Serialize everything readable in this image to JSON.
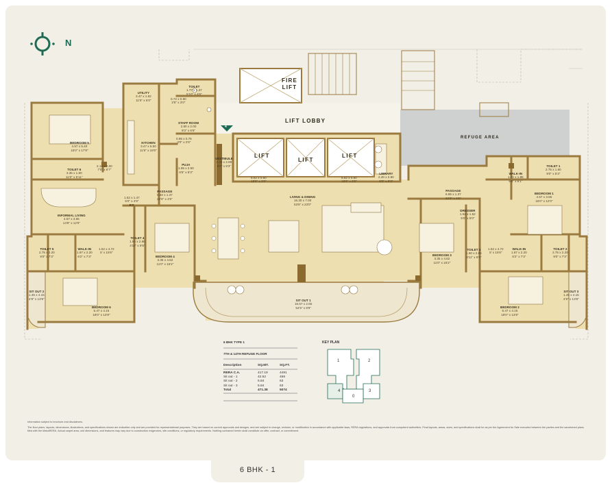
{
  "compass": {
    "label": "N"
  },
  "tab": {
    "label": "6 BHK - 1"
  },
  "labels": {
    "fire_lift": [
      "FIRE",
      "LIFT"
    ],
    "lift_lobby": "LIFT LOBBY",
    "refuge_area": "REFUGE AREA",
    "lift": "LIFT",
    "marker": "4"
  },
  "rooms": {
    "utility": {
      "name": "UTILITY",
      "m": "3.47 x 1.82",
      "f": "11'6\" x 6'0\""
    },
    "toilet_staff": {
      "name": "TOILET",
      "m": "1.77 x 1.37",
      "f": "5'10\" x 4'6\""
    },
    "wc": {
      "name": "",
      "m": "0.72 x 0.90",
      "f": "2'5\" x 3'0\""
    },
    "staff_room": {
      "name": "STAFF ROOM",
      "m": "2.80 x 2.00",
      "f": "9'3\" x 6'6\""
    },
    "kitchen": {
      "name": "KITCHEN",
      "m": "3.47 x 5.50",
      "f": "11'6\" x 18'0\""
    },
    "store": {
      "name": "",
      "m": "0.95 x 0.75",
      "f": "3'0\" x 2'6\""
    },
    "puja": {
      "name": "PUJA",
      "m": "1.95 x 2.50",
      "f": "6'5\" x 8'3\""
    },
    "vestibule": {
      "name": "VESTIBULE",
      "m": "2.40 x 2.80",
      "f": "8'0\" x 9'3\""
    },
    "bedroom5": {
      "name": "BEDROOM 5",
      "m": "4.57 x 5.40",
      "f": "15'0\" x 17'9\""
    },
    "toilet6": {
      "name": "TOILET 6",
      "m": "3.35 x 1.80",
      "f": "11'0\" x 5'11\""
    },
    "dress6": {
      "name": "",
      "m": "2.13 x 2.00",
      "f": "7'0\" x 6'7\""
    },
    "passage_l": {
      "name": "PASSAGE",
      "m": "6.92 x 1.37",
      "f": "22'9\" x 4'6\""
    },
    "informal_living": {
      "name": "INFORMAL LIVING",
      "m": "4.57 x 3.65",
      "f": "14'9\" x 12'0\""
    },
    "pt": {
      "name": "P.T.",
      "m": "1.52 x 1.47",
      "f": "5'0\" x 4'9\""
    },
    "toilet4": {
      "name": "TOILET 4",
      "m": "1.50 x 2.86",
      "f": "4'11\" x 9'5\""
    },
    "bedroom4": {
      "name": "BEDROOM 4",
      "m": "3.35 x 4.62",
      "f": "11'0\" x 15'2\""
    },
    "toilet5": {
      "name": "TOILET 5",
      "m": "2.75 x 2.20",
      "f": "9'0\" x 7'3\""
    },
    "walkin5": {
      "name": "WALK-IN",
      "m": "1.87 x 2.20",
      "f": "6'2\" x 7'3\""
    },
    "dress5": {
      "name": "",
      "m": "1.52 x 4.72",
      "f": "5' x 15'6\""
    },
    "bedroom6": {
      "name": "BEDROOM 6",
      "m": "5.47 x 4.15",
      "f": "18'0\" x 13'8\""
    },
    "sitout2": {
      "name": "SIT OUT 2",
      "m": "1.45 x 4.15",
      "f": "4'9\" x 13'8\""
    },
    "lobby1": {
      "name": "",
      "m": "5.62 x 0.60",
      "f": "18'6\" x 2'0\""
    },
    "lobby2": {
      "name": "",
      "m": "5.62 x 0.60",
      "f": "18'6\" x 2'0\""
    },
    "library": {
      "name": "LIBRARY",
      "m": "2.40 x 2.80",
      "f": "8'0\" x 9'3\""
    },
    "living": {
      "name": "LIVING & DINING",
      "m": "16.30 x 7.00",
      "f": "53'6\" x 23'0\""
    },
    "passage_r": {
      "name": "PASSAGE",
      "m": "6.85 x 1.37",
      "f": "22'6\" x 4'6\""
    },
    "dresser": {
      "name": "DRESSER",
      "m": "1.52 x 1.52",
      "f": "5'0\" x 5'0\""
    },
    "bedroom3": {
      "name": "BEDROOM 3",
      "m": "3.35 x 4.62",
      "f": "11'0\" x 15'2\""
    },
    "toilet3": {
      "name": "TOILET 3",
      "m": "1.50 x 2.65",
      "f": "4'11\" x 8'8\""
    },
    "walkin1": {
      "name": "WALK-IN",
      "m": "1.72 x 1.85",
      "f": "5'8\" x 6'1\""
    },
    "toilet1": {
      "name": "TOILET 1",
      "m": "2.75 x 1.60",
      "f": "9'0\" x 5'3\""
    },
    "bedroom1": {
      "name": "BEDROOM 1",
      "m": "4.57 x 3.65",
      "f": "15'0\" x 12'0\""
    },
    "dress2": {
      "name": "",
      "m": "1.52 x 4.72",
      "f": "5' x 15'6\""
    },
    "walkin2": {
      "name": "WALK-IN",
      "m": "1.87 x 2.20",
      "f": "6'2\" x 7'3\""
    },
    "toilet2": {
      "name": "TOILET 2",
      "m": "2.75 x 2.20",
      "f": "9'0\" x 7'3\""
    },
    "bedroom2": {
      "name": "BEDROOM 2",
      "m": "5.47 x 4.15",
      "f": "18'0\" x 13'8\""
    },
    "sitout3": {
      "name": "SIT OUT 3",
      "m": "1.45 x 4.15",
      "f": "4'9\" x 13'8\""
    },
    "sitout1": {
      "name": "SIT OUT 1",
      "m": "16.57 x 2.65",
      "f": "54'5\" x 8'9\""
    }
  },
  "area_table": {
    "title": "6 BHK TYPE 1",
    "floor": "7TH & 14TH REFUGE FLOOR",
    "headers": [
      "Description",
      "SQ.MT.",
      "SQ.FT."
    ],
    "rows": [
      [
        "RERA C.A.",
        "417.19",
        "4491"
      ],
      [
        "Sit out - 1",
        "42.52",
        "458"
      ],
      [
        "Sit out - 2",
        "5.84",
        "63"
      ],
      [
        "Sit out - 3",
        "5.84",
        "63"
      ]
    ],
    "total": [
      "Total",
      "471.38",
      "5074"
    ]
  },
  "keyplan": {
    "title": "KEY PLAN",
    "units": [
      "1",
      "2",
      "4",
      "0",
      "3"
    ]
  },
  "disclaimer": {
    "line1": "Information subject to brochure-end disclaimers.",
    "line2": "The floor plans, layouts, dimensions, illustrations, and specifications shown are indicative only and are provided for representational purposes. They are based on current approvals and designs, and are subject to change, revision, or modification in accordance with applicable laws, RERA regulations, and approvals from competent authorities. Final layouts, areas, sizes, and specifications shall be as per the Agreement for Sale executed between the parties and the sanctioned plans filed with the MahaRERA. Actual carpet area, unit dimensions, and features may vary due to construction exigencies, site conditions, or regulatory requirements. Nothing contained herein shall constitute an offer, contract, or commitment."
  },
  "colors": {
    "floor": "#eedfb1",
    "wall": "#9a7a3e",
    "accent": "#1e6b55",
    "refuge": "#cfd0d0",
    "background": "#f1efe6"
  }
}
